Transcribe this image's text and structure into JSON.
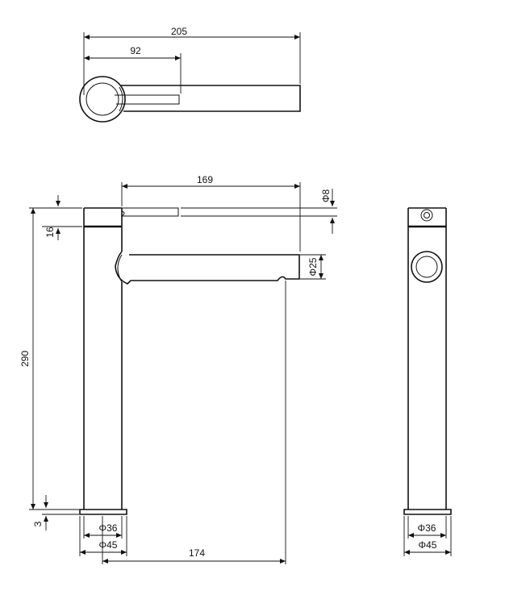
{
  "drawing": {
    "top_view": {
      "overall_length": "205",
      "handle_length": "92"
    },
    "side_view": {
      "spout_reach_top": "169",
      "handle_diameter": "Φ8",
      "top_height": "16",
      "total_height": "290",
      "base_height": "3",
      "spout_diameter": "Φ25",
      "body_diameter": "Φ36",
      "base_diameter": "Φ45",
      "spout_reach": "174"
    },
    "front_view": {
      "body_diameter": "Φ36",
      "base_diameter": "Φ45"
    }
  }
}
